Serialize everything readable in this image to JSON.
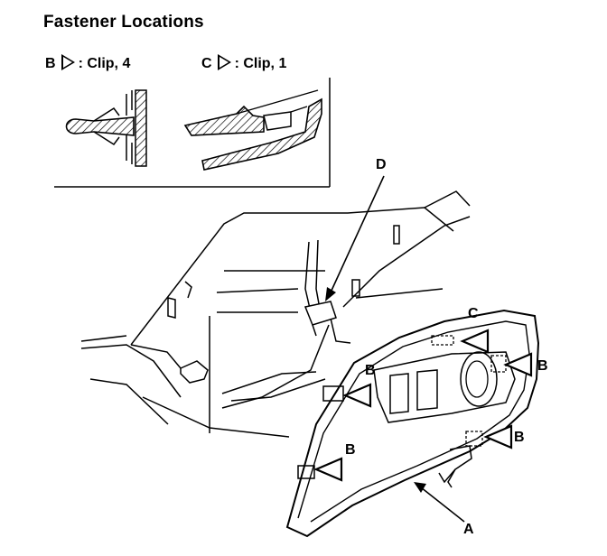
{
  "title": "Fastener Locations",
  "legend": {
    "b_letter": "B",
    "b_text": ": Clip, 4",
    "c_letter": "C",
    "c_text": ": Clip, 1"
  },
  "callouts": {
    "a": "A",
    "b": "B",
    "c": "C",
    "d": "D"
  }
}
